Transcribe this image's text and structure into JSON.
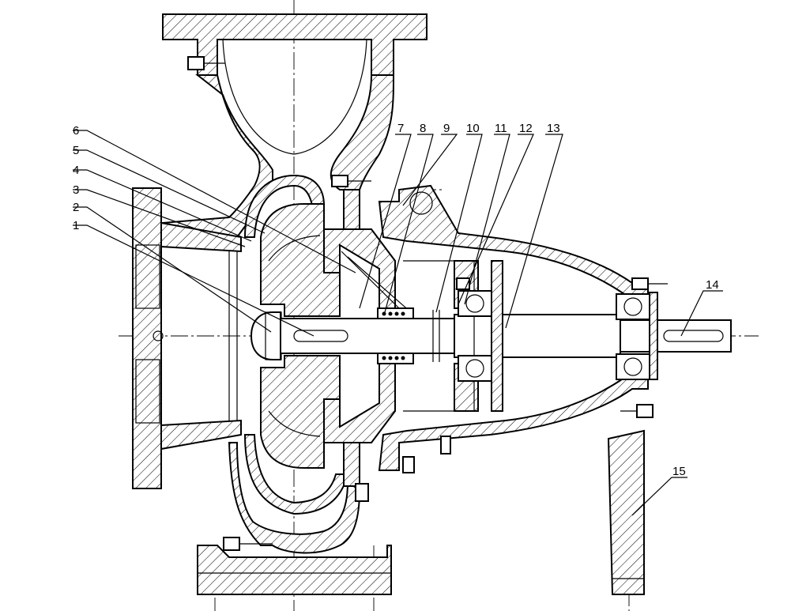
{
  "drawing": {
    "part_numbers": [
      "1",
      "2",
      "3",
      "4",
      "5",
      "6",
      "7",
      "8",
      "9",
      "10",
      "11",
      "12",
      "13",
      "14",
      "15"
    ]
  }
}
